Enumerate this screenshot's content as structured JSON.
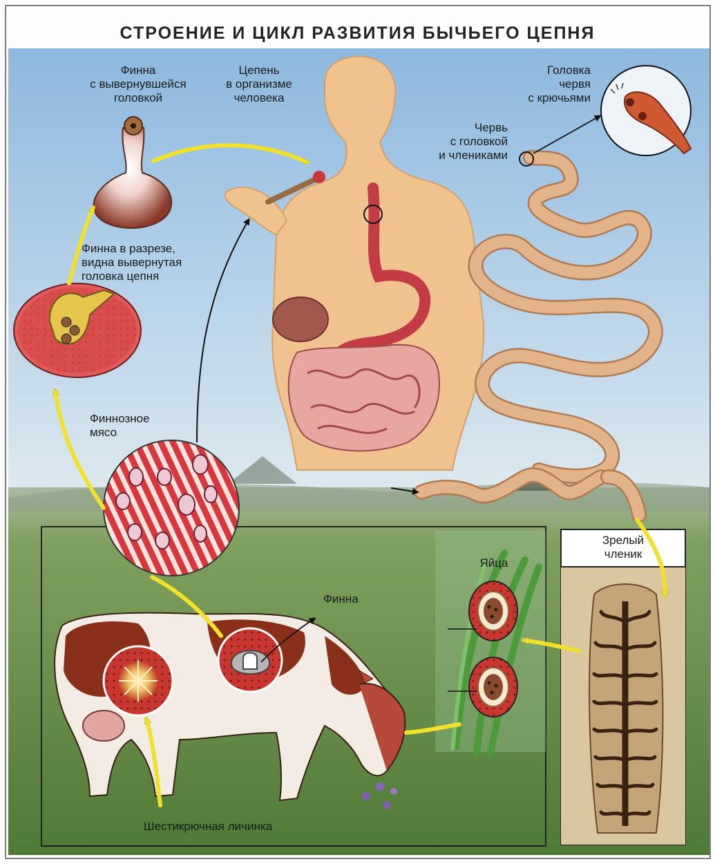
{
  "title": "СТРОЕНИЕ И ЦИКЛ РАЗВИТИЯ  БЫЧЬЕГО  ЦЕПНЯ",
  "labels": {
    "finna_head": [
      "Финна",
      "с вывернувшейся",
      "головкой"
    ],
    "tapeworm_in_human": [
      "Цепень",
      "в организме",
      "человека"
    ],
    "worm_head_hooks": [
      "Головка",
      "червя",
      "с крючьями"
    ],
    "worm_with_segments": [
      "Червь",
      "с головкой",
      "и члениками"
    ],
    "finna_section": [
      "Финна в разрезе,",
      "видна вывернутая",
      "головка цепня"
    ],
    "finnous_meat": [
      "Финнозное",
      "мясо"
    ],
    "eggs": "Яйца",
    "finna": "Финна",
    "mature_segment": [
      "Зрелый",
      "членик"
    ],
    "hexacanth_larva": "Шестикрючная личинка"
  },
  "colors": {
    "sky": "#9fc3e4",
    "grass": "#6f9a4e",
    "skin": "#f0c28e",
    "worm": "#e0b081",
    "tissue": "#d9464a",
    "arrow_yellow": "#f2e12a"
  }
}
